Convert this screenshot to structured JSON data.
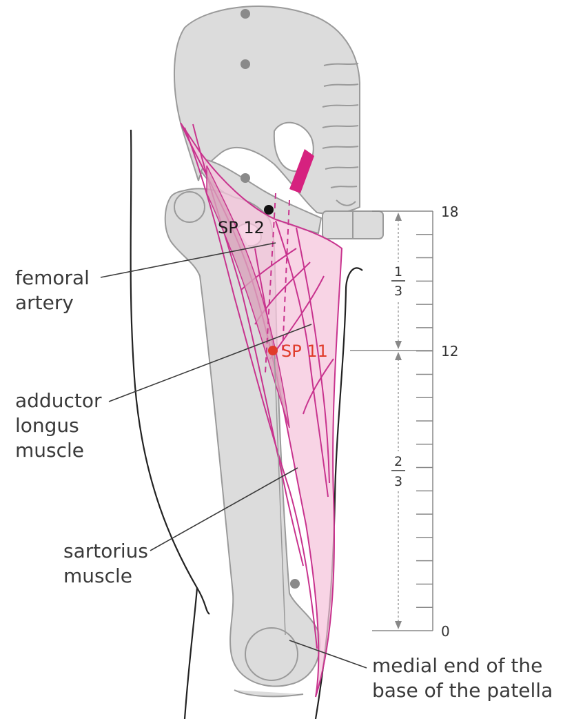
{
  "labels": {
    "femoral_artery": [
      "femoral",
      "artery"
    ],
    "adductor_longus": [
      "adductor",
      "longus",
      "muscle"
    ],
    "sartorius": [
      "sartorius",
      "muscle"
    ],
    "patella": [
      "medial end of the",
      "base of the patella"
    ]
  },
  "points": {
    "sp12": "SP 12",
    "sp11": "SP 11"
  },
  "scale": {
    "top": "18",
    "mid": "12",
    "bottom": "0",
    "upper_fraction": {
      "num": "1",
      "den": "3"
    },
    "lower_fraction": {
      "num": "2",
      "den": "3"
    }
  },
  "colors": {
    "muscle_fill": "#f5c6dc",
    "muscle_line": "#c8338e",
    "artery": "#d6217f",
    "bone": "#dcdcdc",
    "bone_outline": "#9a9a9a",
    "acupoint_red": "#e03b2a",
    "acupoint_black": "#111111"
  }
}
